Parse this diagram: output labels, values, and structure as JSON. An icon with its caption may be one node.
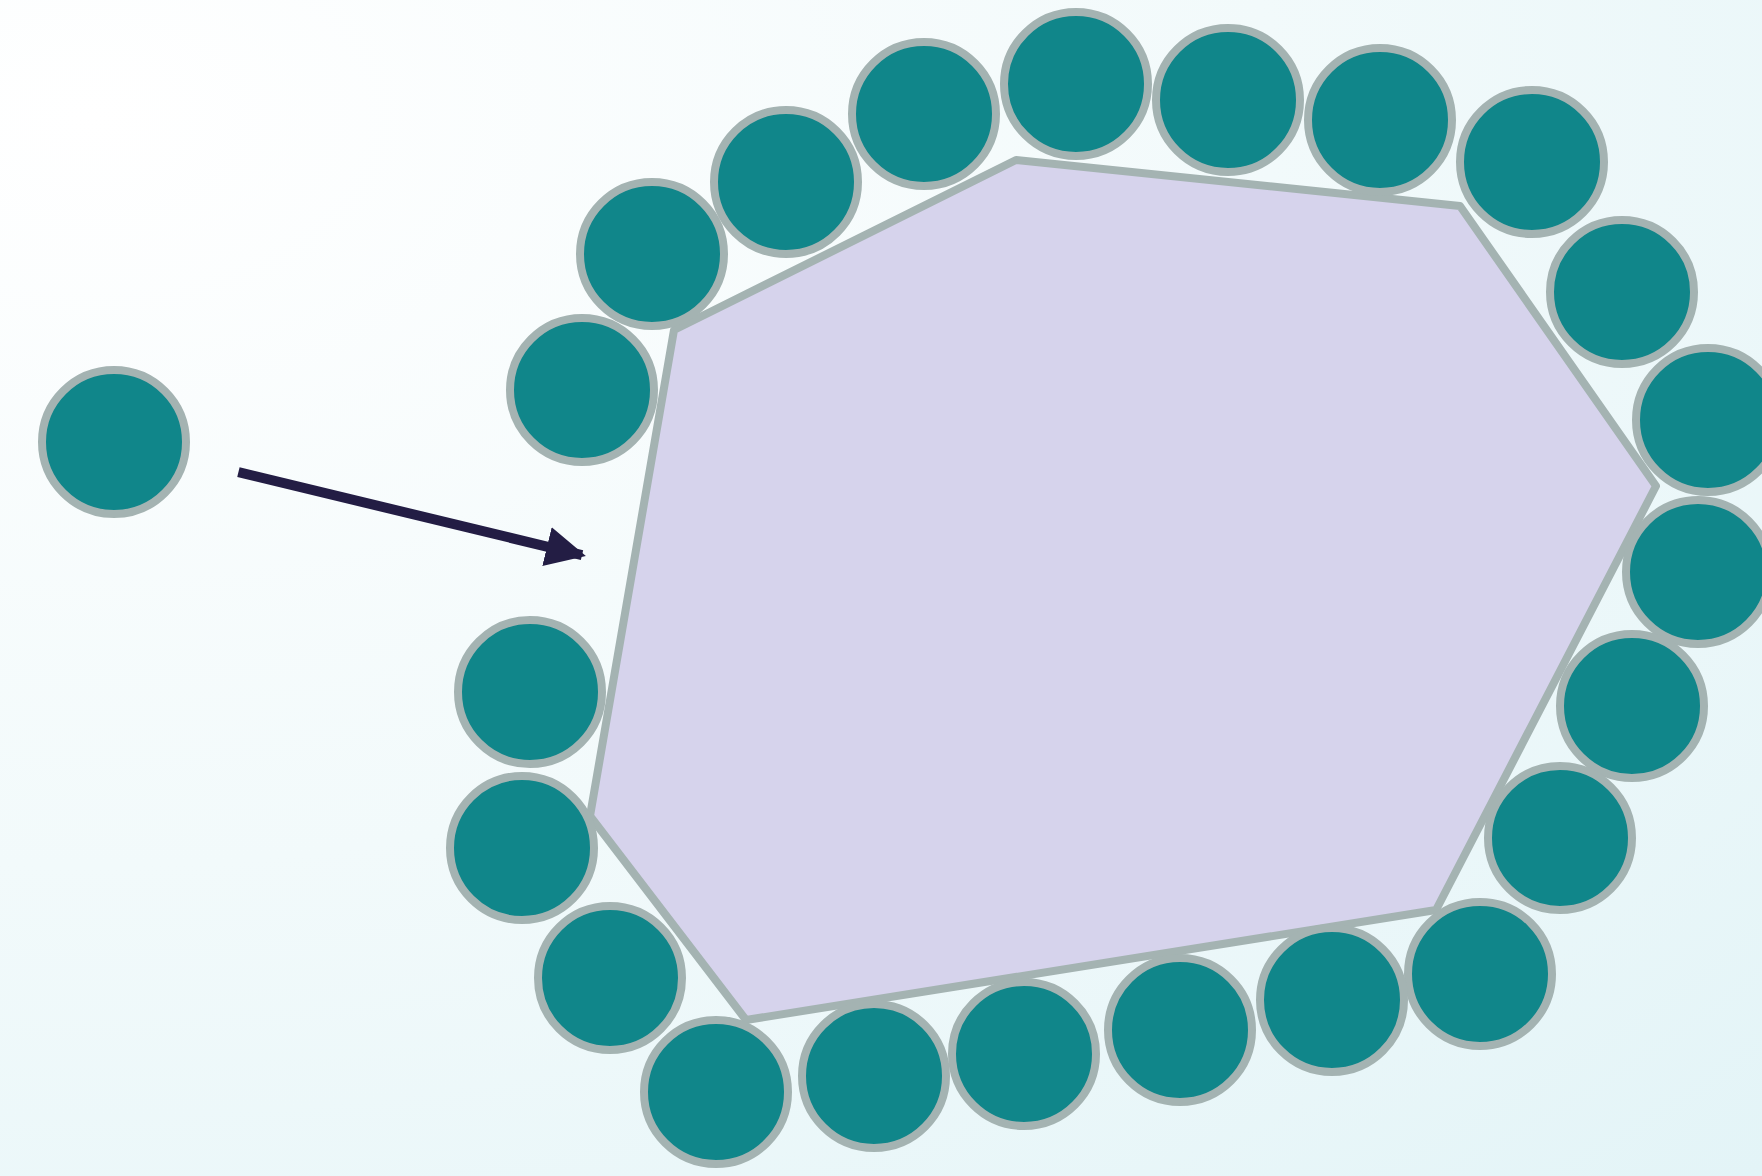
{
  "diagram": {
    "nodes": [
      {
        "text": [],
        "shape": "circle"
      },
      {
        "text": [],
        "shape": "polygon"
      },
      {
        "text": [],
        "shape": "circle"
      },
      {
        "text": [],
        "shape": "circle"
      },
      {
        "text": [],
        "shape": "circle"
      },
      {
        "text": [],
        "shape": "circle"
      },
      {
        "text": [],
        "shape": "circle"
      },
      {
        "text": [],
        "shape": "circle"
      },
      {
        "text": [],
        "shape": "circle"
      },
      {
        "text": [],
        "shape": "circle"
      },
      {
        "text": [],
        "shape": "circle"
      },
      {
        "text": [],
        "shape": "circle"
      },
      {
        "text": [],
        "shape": "circle"
      },
      {
        "text": [],
        "shape": "circle"
      },
      {
        "text": [],
        "shape": "circle"
      },
      {
        "text": [],
        "shape": "circle"
      },
      {
        "text": [],
        "shape": "circle"
      },
      {
        "text": [],
        "shape": "circle"
      },
      {
        "text": [],
        "shape": "circle"
      },
      {
        "text": [],
        "shape": "circle"
      },
      {
        "text": [],
        "shape": "circle"
      },
      {
        "text": [],
        "shape": "circle"
      },
      {
        "text": [],
        "shape": "circle"
      },
      {
        "text": [],
        "shape": "circle"
      }
    ],
    "edges": [
      {
        "from": 0,
        "to": 1,
        "arrow": "to"
      }
    ]
  }
}
